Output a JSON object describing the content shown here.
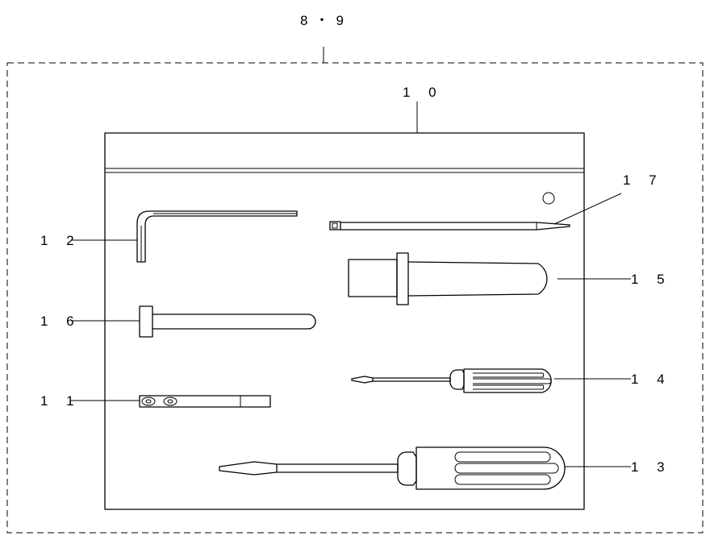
{
  "labels": {
    "kit": "8・9",
    "bag": "1 0",
    "hex_key": "1 2",
    "cable_tie": "1 7",
    "nozzle": "1 5",
    "pin_tool": "1 6",
    "small_screwdriver": "1 4",
    "bracket_tool": "1 1",
    "large_screwdriver": "1 3"
  }
}
